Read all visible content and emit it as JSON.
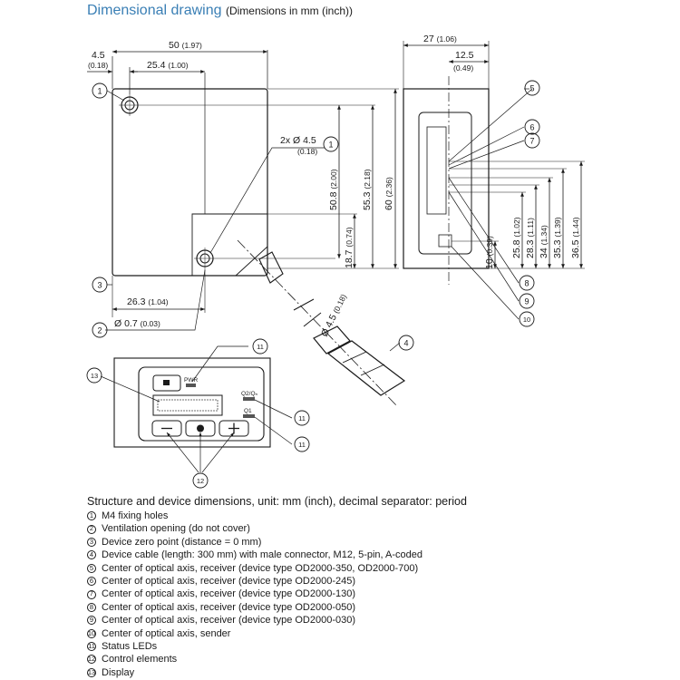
{
  "title": {
    "main": "Dimensional drawing",
    "sub": "(Dimensions in mm (inch))"
  },
  "front_view": {
    "dim_width": "50",
    "dim_width_in": "(1.97)",
    "dim_hole_x": "25.4",
    "dim_hole_x_in": "(1.00)",
    "dim_edge_left": "4.5",
    "dim_edge_left_in": "(0.18)",
    "dim_hole_callout": "2x Ø 4.5",
    "dim_hole_callout_in": "(0.18)",
    "dim_508": "50.8",
    "dim_508_in": "(2.00)",
    "dim_553": "55.3",
    "dim_553_in": "(2.18)",
    "dim_60": "60",
    "dim_60_in": "(2.36)",
    "dim_187": "18.7",
    "dim_187_in": "(0.74)",
    "dim_263": "26.3",
    "dim_263_in": "(1.04)",
    "dim_07": "Ø 0.7",
    "dim_07_in": "(0.03)",
    "dim_cable": "Ø 4.5",
    "dim_cable_in": "(0.18)"
  },
  "side_view": {
    "dim_27": "27",
    "dim_27_in": "(1.06)",
    "dim_125": "12.5",
    "dim_125_in": "(0.49)",
    "dims": [
      {
        "mm": "10",
        "in": "(0.39)"
      },
      {
        "mm": "25.8",
        "in": "(1.02)"
      },
      {
        "mm": "28.3",
        "in": "(1.11)"
      },
      {
        "mm": "34",
        "in": "(1.34)"
      },
      {
        "mm": "35.3",
        "in": "(1.39)"
      },
      {
        "mm": "36.5",
        "in": "(1.44)"
      }
    ]
  },
  "display_view": {
    "pwr_label": "PWR",
    "q2_label": "Q2/Qₙ",
    "q1_label": "Q1"
  },
  "callouts": [
    "1",
    "2",
    "3",
    "4",
    "5",
    "6",
    "7",
    "8",
    "9",
    "10",
    "11",
    "12",
    "13"
  ],
  "legend": {
    "title": "Structure and device dimensions, unit: mm (inch), decimal separator: period",
    "items": [
      {
        "num": "1",
        "text": "M4 fixing holes"
      },
      {
        "num": "2",
        "text": "Ventilation opening (do not cover)"
      },
      {
        "num": "3",
        "text": "Device zero point (distance = 0 mm)"
      },
      {
        "num": "4",
        "text": "Device cable (length: 300 mm) with male connector, M12, 5-pin, A-coded"
      },
      {
        "num": "5",
        "text": "Center of optical axis, receiver (device type OD2000-350, OD2000-700)"
      },
      {
        "num": "6",
        "text": "Center of optical axis, receiver (device type OD2000-245)"
      },
      {
        "num": "7",
        "text": "Center of optical axis, receiver (device type OD2000-130)"
      },
      {
        "num": "8",
        "text": "Center of optical axis, receiver (device type OD2000-050)"
      },
      {
        "num": "9",
        "text": "Center of optical axis, receiver (device type OD2000-030)"
      },
      {
        "num": "10",
        "text": "Center of optical axis, sender"
      },
      {
        "num": "11",
        "text": "Status LEDs"
      },
      {
        "num": "12",
        "text": "Control elements"
      },
      {
        "num": "13",
        "text": "Display"
      }
    ]
  }
}
